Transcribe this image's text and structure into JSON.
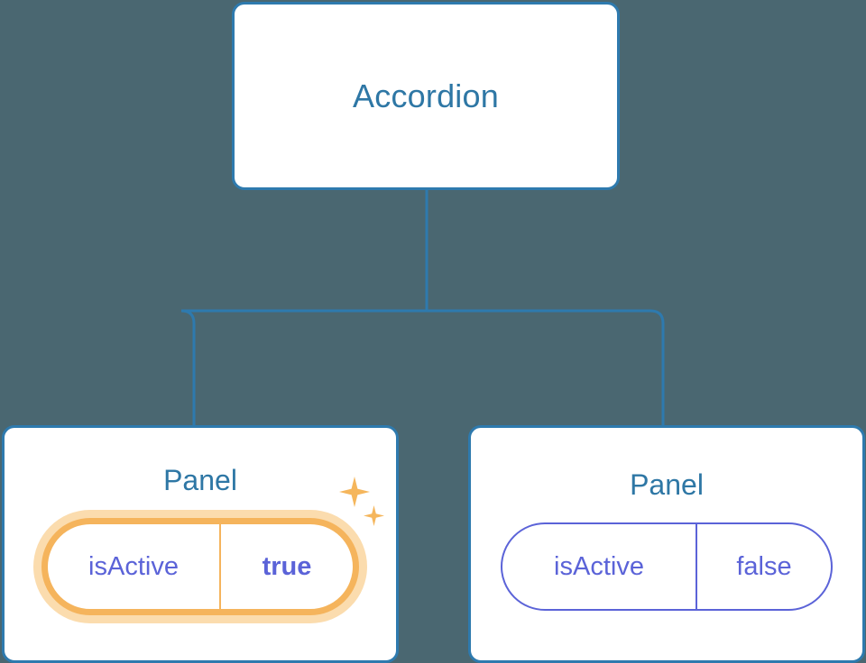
{
  "theme": {
    "background": "#4a6771",
    "card_background": "#ffffff",
    "card_border": "#2e7aae",
    "title_color": "#2e77a5",
    "prop_color": "#5b63d8",
    "highlight_border": "#f5b45c",
    "highlight_glow": "#fbdcae",
    "sparkle_color": "#f5b65c"
  },
  "tree": {
    "root": {
      "title": "Accordion"
    },
    "children": [
      {
        "title": "Panel",
        "highlighted": true,
        "prop": {
          "key": "isActive",
          "value": "true"
        },
        "sparkle_big": "sparkle-icon",
        "sparkle_small": "sparkle-icon"
      },
      {
        "title": "Panel",
        "highlighted": false,
        "prop": {
          "key": "isActive",
          "value": "false"
        }
      }
    ]
  }
}
